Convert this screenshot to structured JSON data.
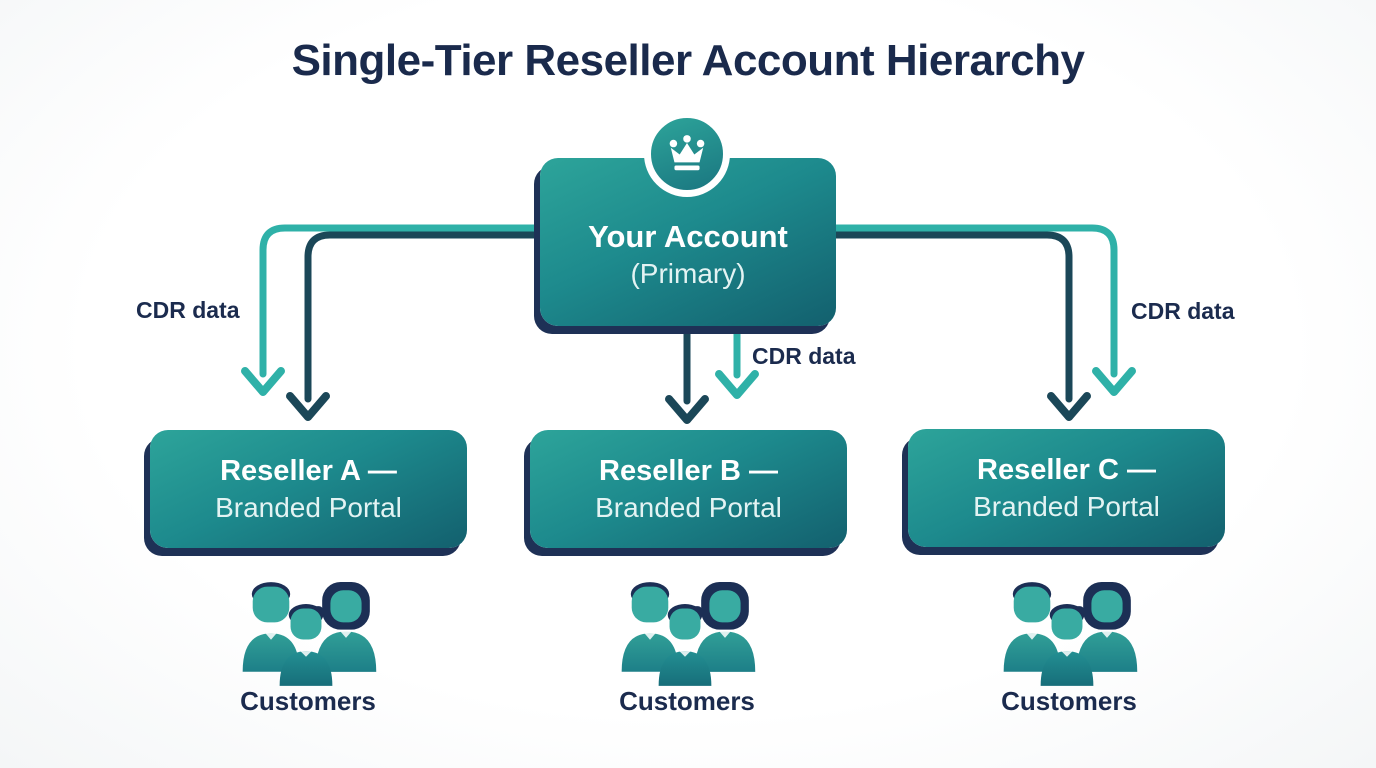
{
  "title": "Single-Tier Reseller Account Hierarchy",
  "primary": {
    "line1": "Your Account",
    "line2": "(Primary)",
    "icon": "crown-icon"
  },
  "resellers": [
    {
      "line1": "Reseller A —",
      "line2": "Branded Portal",
      "customers_label": "Customers"
    },
    {
      "line1": "Reseller B —",
      "line2": "Branded Portal",
      "customers_label": "Customers"
    },
    {
      "line1": "Reseller C —",
      "line2": "Branded Portal",
      "customers_label": "Customers"
    }
  ],
  "cdr_labels": {
    "left": "CDR data",
    "center": "CDR data",
    "right": "CDR data"
  },
  "colors": {
    "navy_text": "#1b2b4e",
    "teal_arrow": "#2fb1a8",
    "dark_arrow": "#1b4758",
    "box_gradient_top": "#2da49a",
    "box_gradient_bottom": "#13606e",
    "box_shadow_navy": "#1e3156",
    "background": "#ffffff"
  }
}
